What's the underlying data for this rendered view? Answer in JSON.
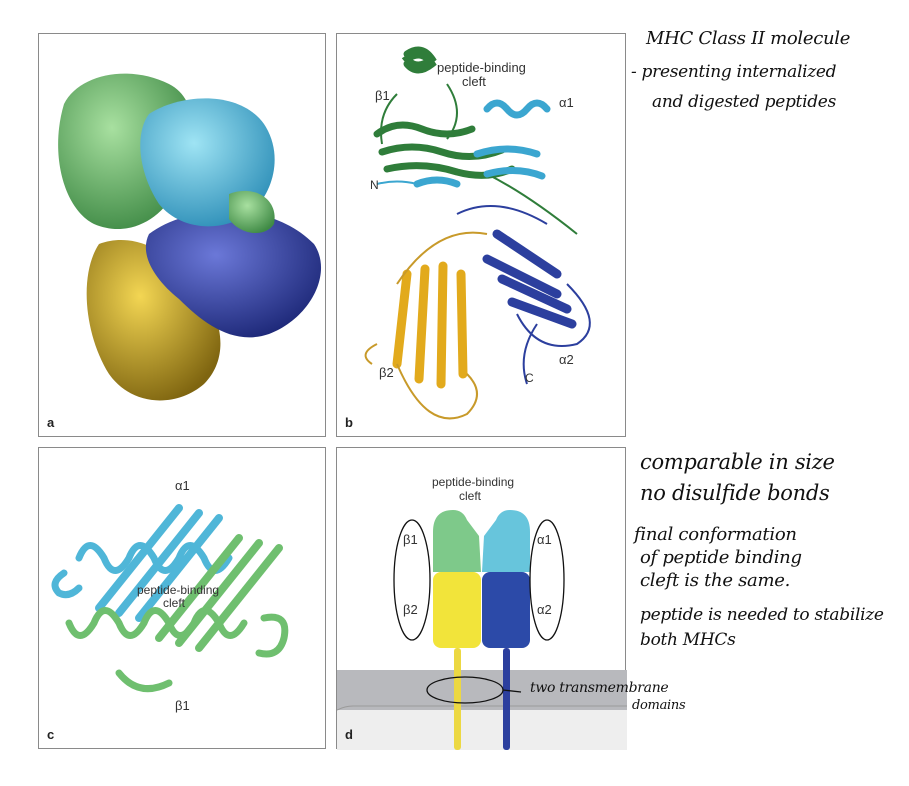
{
  "panels": {
    "a": {
      "label": "a"
    },
    "b": {
      "label": "b",
      "cleft_line1": "peptide-binding",
      "cleft_line2": "cleft",
      "beta1": "β1",
      "alpha1": "α1",
      "n_term": "N",
      "beta2": "β2",
      "alpha2": "α2",
      "c_term": "C"
    },
    "c": {
      "label": "c",
      "alpha1": "α1",
      "cleft_line1": "peptide-binding",
      "cleft_line2": "cleft",
      "beta1": "β1"
    },
    "d": {
      "label": "d",
      "cleft_line1": "peptide-binding",
      "cleft_line2": "cleft",
      "beta1": "β1",
      "alpha1": "α1",
      "beta2": "β2",
      "alpha2": "α2"
    }
  },
  "notes": {
    "title": "MHC Class II molecule",
    "line2": "- presenting internalized",
    "line3": "and digested peptides",
    "comparable": "comparable in size",
    "no_disulfide": "no disulfide bonds",
    "final1": "final conformation",
    "final2": "of peptide binding",
    "final3": "cleft is the same.",
    "peptide1": "peptide is needed to stabilize",
    "peptide2": "both MHCs",
    "tm1": "two transmembrane",
    "tm2": "domains"
  },
  "colors": {
    "green": "#6fbf6f",
    "dark_green": "#2f7d3a",
    "cyan": "#4fb6d8",
    "blue": "#2c3f9e",
    "yellow": "#e8c22a",
    "membrane": "#b8b9bd"
  }
}
